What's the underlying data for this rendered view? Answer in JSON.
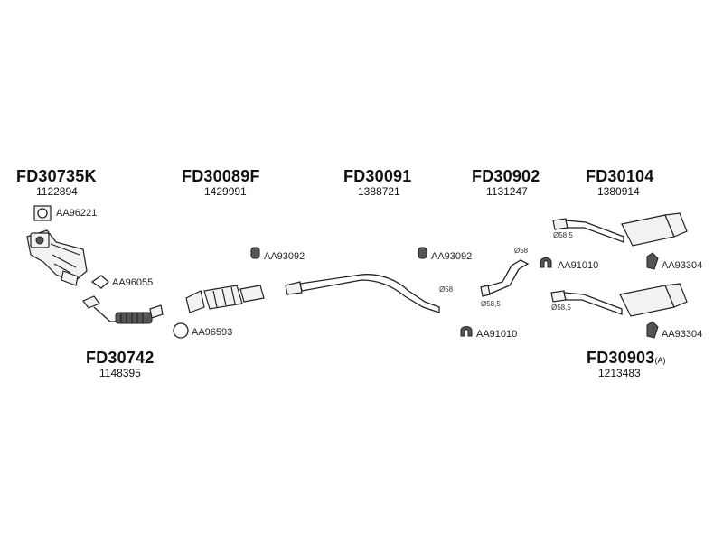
{
  "assemblies": [
    {
      "code": "FD30735K",
      "number": "1122894"
    },
    {
      "code": "FD30089F",
      "number": "1429991"
    },
    {
      "code": "FD30091",
      "number": "1388721"
    },
    {
      "code": "FD30902",
      "number": "1131247"
    },
    {
      "code": "FD30104",
      "number": "1380914"
    },
    {
      "code": "FD30742",
      "number": "1148395"
    },
    {
      "code": "FD30903",
      "suffix": "(A)",
      "number": "1213483"
    }
  ],
  "accessories": [
    {
      "code": "AA96221",
      "icon": "gasket-square-icon"
    },
    {
      "code": "AA96055",
      "icon": "gasket-oval-icon"
    },
    {
      "code": "AA96593",
      "icon": "ring-gasket-icon"
    },
    {
      "code": "AA93092",
      "icon": "rubber-mount-icon"
    },
    {
      "code": "AA93092",
      "icon": "rubber-mount-icon"
    },
    {
      "code": "AA91010",
      "icon": "clamp-icon"
    },
    {
      "code": "AA91010",
      "icon": "clamp-icon"
    },
    {
      "code": "AA93304",
      "icon": "hanger-icon"
    },
    {
      "code": "AA93304",
      "icon": "hanger-icon"
    }
  ],
  "dimensions": {
    "d58_a": "Ø58",
    "d58_b": "Ø58",
    "d58_5_a": "Ø58,5",
    "d58_5_b": "Ø58,5",
    "d58_5_c": "Ø58,5"
  }
}
